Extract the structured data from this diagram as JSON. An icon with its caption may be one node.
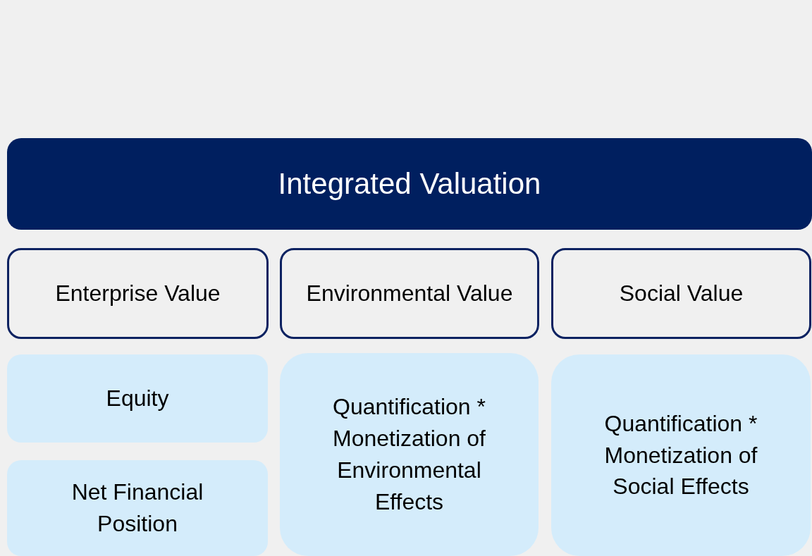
{
  "diagram": {
    "nodes": [
      {
        "text": [
          "Integrated Valuation"
        ]
      },
      {
        "text": [
          "Enterprise Value"
        ]
      },
      {
        "text": [
          "Environmental Value"
        ]
      },
      {
        "text": [
          "Social Value"
        ]
      },
      {
        "text": [
          "Equity"
        ]
      },
      {
        "text": [
          "Net Financial Position"
        ]
      },
      {
        "text": [
          "Quantification * Monetization of Environmental Effects"
        ]
      },
      {
        "text": [
          "Quantification * Monetization of Social Effects"
        ]
      }
    ]
  }
}
